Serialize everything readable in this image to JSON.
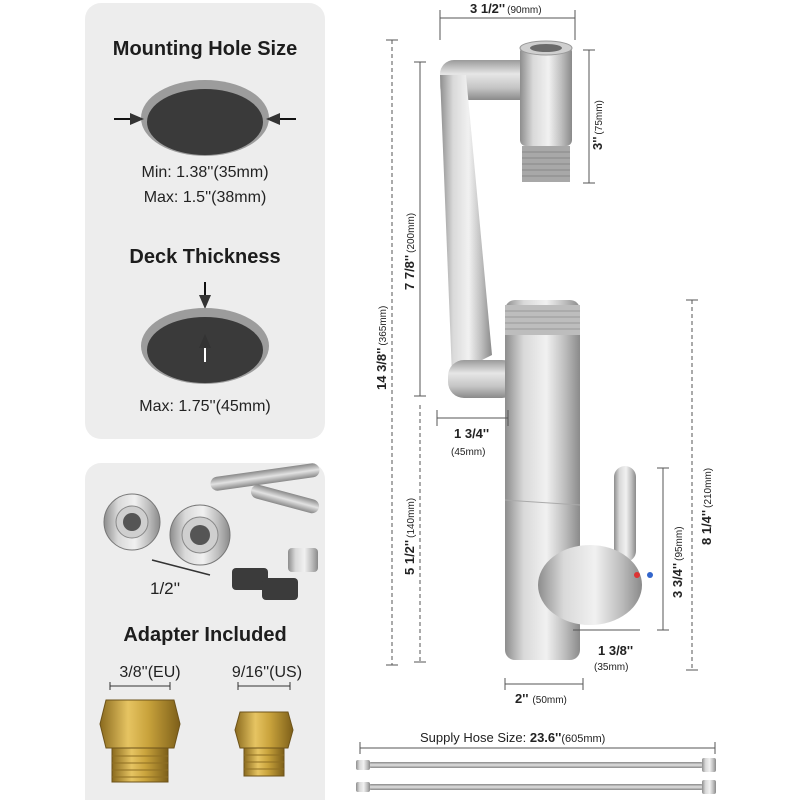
{
  "mounting": {
    "title": "Mounting Hole Size",
    "min": "Min: 1.38''(35mm)",
    "max": "Max: 1.5''(38mm)"
  },
  "deck": {
    "title": "Deck Thickness",
    "max": "Max: 1.75''(45mm)"
  },
  "adapter": {
    "title": "Adapter Included",
    "size_label": "1/2''",
    "eu": "3/8''(EU)",
    "us": "9/16''(US)"
  },
  "dims": {
    "top_width": {
      "main": "3 1/2''",
      "sub": "(90mm)"
    },
    "spout_height": {
      "main": "3''",
      "sub": "(75mm)"
    },
    "arm_height": {
      "main": "7 7/8''",
      "sub": "(200mm)"
    },
    "total_height": {
      "main": "14 3/8''",
      "sub": "(365mm)"
    },
    "neck_width": {
      "main": "1 3/4''",
      "sub": "(45mm)"
    },
    "base_height": {
      "main": "5 1/2''",
      "sub": "(140mm)"
    },
    "body_height": {
      "main": "8 1/4''",
      "sub": "(210mm)"
    },
    "handle_height": {
      "main": "3 3/4''",
      "sub": "(95mm)"
    },
    "handle_width": {
      "main": "1 3/8''",
      "sub": "(35mm)"
    },
    "base_width": {
      "main": "2''",
      "sub": "(50mm)"
    }
  },
  "hose": {
    "prefix": "Supply Hose Size: ",
    "value": "23.6''",
    "unit": "(605mm)"
  },
  "colors": {
    "panel": "#ededed",
    "brass": "#c9a33c",
    "steel": "#bdbdbd",
    "hole": "#3a3a3a"
  }
}
